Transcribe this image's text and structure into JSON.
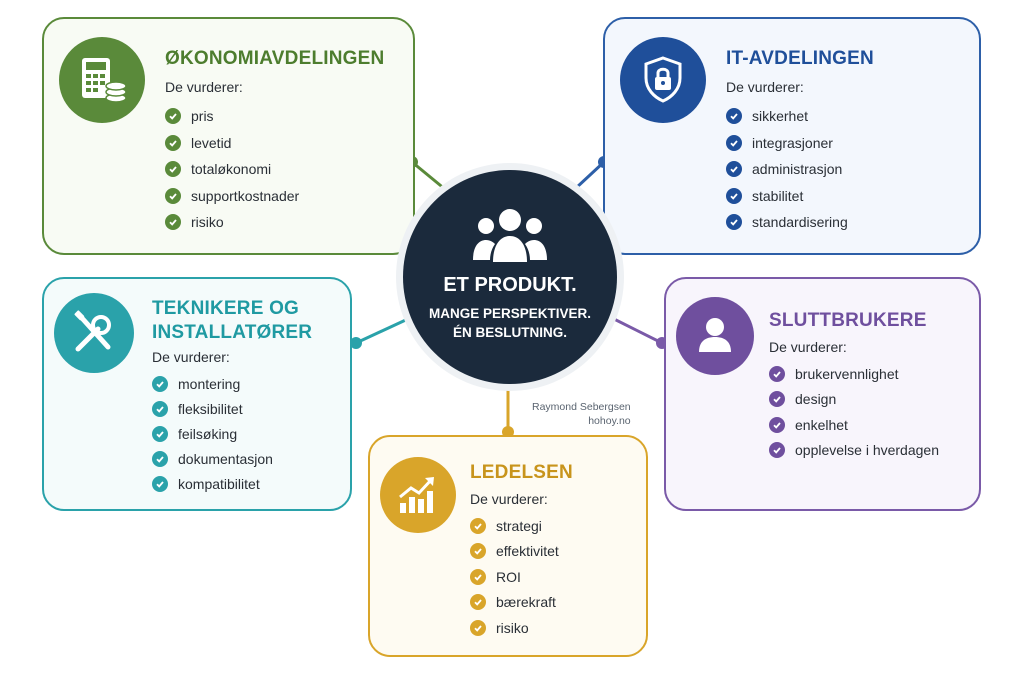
{
  "center": {
    "title": "ET PRODUKT.",
    "line1": "MANGE PERSPEKTIVER.",
    "line2": "ÉN BESLUTNING.",
    "icon": "group-icon"
  },
  "credit": {
    "name": "Raymond Sebergsen",
    "site": "hohoy.no"
  },
  "colors": {
    "economy": "#5a8a3a",
    "it": "#2d5fa8",
    "tech": "#2aa2aa",
    "users": "#7a5aa8",
    "leadership": "#d9a52a",
    "center": "#1b2a3c"
  },
  "economy": {
    "title": "ØKONOMIAVDELINGEN",
    "subtitle": "De vurderer:",
    "icon": "calculator-coins-icon",
    "items": [
      "pris",
      "levetid",
      "totaløkonomi",
      "supportkostnader",
      "risiko"
    ]
  },
  "it": {
    "title": "IT-AVDELINGEN",
    "subtitle": "De vurderer:",
    "icon": "shield-lock-icon",
    "items": [
      "sikkerhet",
      "integrasjoner",
      "administrasjon",
      "stabilitet",
      "standardisering"
    ]
  },
  "tech": {
    "title_line1": "TEKNIKERE OG",
    "title_line2": "INSTALLATØRER",
    "subtitle": "De vurderer:",
    "icon": "wrench-screwdriver-icon",
    "items": [
      "montering",
      "fleksibilitet",
      "feilsøking",
      "dokumentasjon",
      "kompatibilitet"
    ]
  },
  "users": {
    "title": "SLUTTBRUKERE",
    "subtitle": "De vurderer:",
    "icon": "user-icon",
    "items": [
      "brukervennlighet",
      "design",
      "enkelhet",
      "opplevelse i hverdagen"
    ]
  },
  "leadership": {
    "title": "LEDELSEN",
    "subtitle": "De vurderer:",
    "icon": "growth-chart-icon",
    "items": [
      "strategi",
      "effektivitet",
      "ROI",
      "bærekraft",
      "risiko"
    ]
  }
}
